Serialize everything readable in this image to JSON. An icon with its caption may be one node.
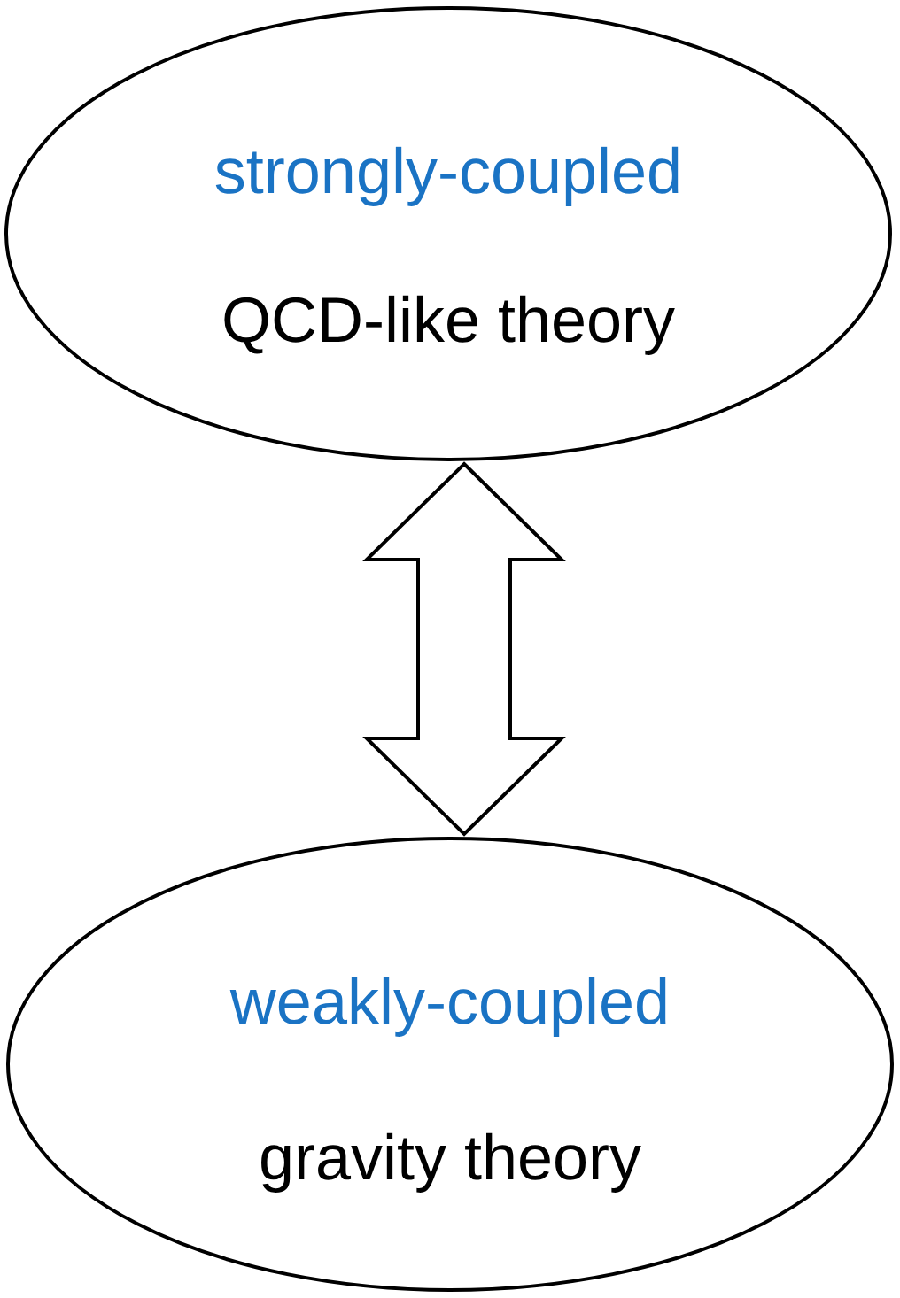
{
  "diagram": {
    "nodes": [
      {
        "text": [
          "strongly-coupled",
          "QCD-like theory"
        ]
      },
      {
        "text": [
          "weakly-coupled",
          "gravity theory"
        ]
      }
    ],
    "edges": [
      {
        "from": 0,
        "to": 1,
        "arrow": "both"
      }
    ]
  }
}
